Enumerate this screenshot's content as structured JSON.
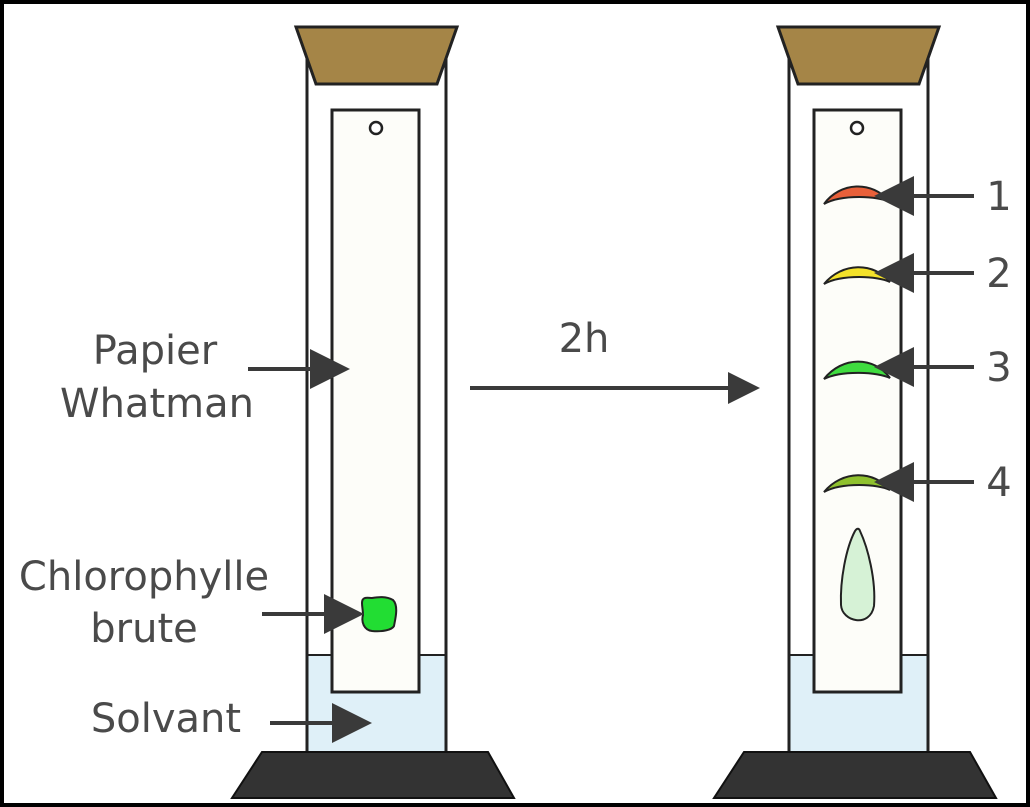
{
  "labels": {
    "paper_line1": "Papier",
    "paper_line2": "Whatman",
    "chlorophyll_line1": "Chlorophylle",
    "chlorophyll_line2": "brute",
    "solvent": "Solvant",
    "time": "2h"
  },
  "bands": [
    {
      "number": "1",
      "color": "#e8603a"
    },
    {
      "number": "2",
      "color": "#f4e22a"
    },
    {
      "number": "3",
      "color": "#3fdc3f"
    },
    {
      "number": "4",
      "color": "#8fc12e"
    }
  ],
  "colors": {
    "stopper": "#a58547",
    "solvent": "#dff0f8",
    "base": "#333333",
    "raw_spot": "#22dd33",
    "residue": "#d6f2d6",
    "arrow": "#3a3a3a",
    "frame": "#000000"
  }
}
